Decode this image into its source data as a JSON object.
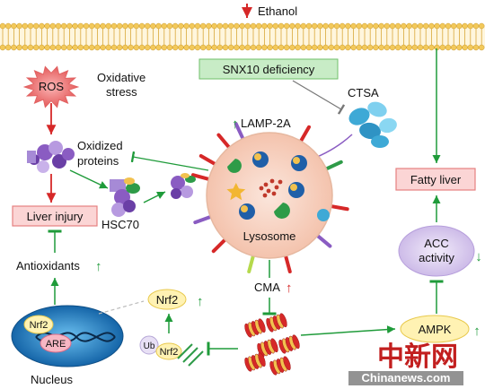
{
  "labels": {
    "ethanol": "Ethanol",
    "snx10": "SNX10 deficiency",
    "ctsa": "CTSA",
    "ros": "ROS",
    "oxidative_stress_line1": "Oxidative",
    "oxidative_stress_line2": "stress",
    "oxidized_proteins_line1": "Oxidized",
    "oxidized_proteins_line2": "proteins",
    "lamp2a": "LAMP-2A",
    "hsc70": "HSC70",
    "lysosome": "Lysosome",
    "liver_injury": "Liver injury",
    "antioxidants": "Antioxidants",
    "fatty_liver": "Fatty liver",
    "acc_line1": "ACC",
    "acc_line2": "activity",
    "cma": "CMA",
    "nrf2_upper": "Nrf2",
    "nrf2_lower": "Nrf2",
    "nrf2_nucleus": "Nrf2",
    "are": "ARE",
    "ub": "Ub",
    "ampk": "AMPK",
    "nucleus": "Nucleus"
  },
  "watermark": {
    "chinese": "中新网",
    "url": "Chinanews.com"
  },
  "colors": {
    "membrane_head": "#f3c95a",
    "membrane_tail": "#d9a83a",
    "snx10_fill": "#c8ecc6",
    "snx10_border": "#6fbf6a",
    "box_red_fill": "#fbd5d5",
    "box_red_border": "#e58080",
    "ros_fill": "#f08080",
    "lysosome_fill": "#f7d0c0",
    "lysosome_border": "#e6b8a0",
    "acc_fill": "#e2d6f2",
    "nrf2_fill": "#fff2b3",
    "nucleus_fill": "#1f8ad0",
    "arrow_green": "#1f9b3a",
    "arrow_red": "#d62828"
  }
}
